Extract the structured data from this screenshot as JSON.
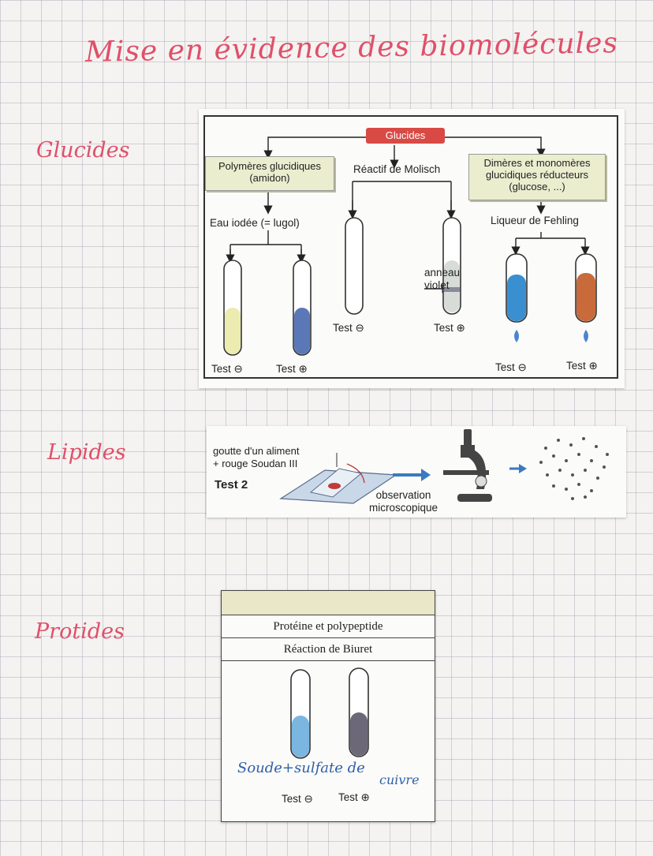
{
  "title": "Mise en évidence des biomolécules",
  "sections": {
    "glucides": "Glucides",
    "lipides": "Lipides",
    "protides": "Protides"
  },
  "glucides_card": {
    "root": "Glucides",
    "left_box": [
      "Polymères glucidiques",
      "(amidon)"
    ],
    "middle_label": "Réactif de Molisch",
    "right_box": [
      "Dimères et monomères",
      "glucidiques réducteurs",
      "(glucose, ...)"
    ],
    "left_reagent": "Eau iodée (= lugol)",
    "right_reagent": "Liqueur de Fehling",
    "ring_label": [
      "anneau",
      "violet"
    ],
    "test_neg": "Test ⊖",
    "test_pos": "Test ⊕"
  },
  "lipides_card": {
    "label": [
      "goutte d'un aliment",
      "+ rouge Soudan III"
    ],
    "test": "Test 2",
    "observation": [
      "observation",
      "microscopique"
    ]
  },
  "protides_card": {
    "row1": "Protéine et polypeptide",
    "row2": "Réaction de Biuret",
    "handwritten": [
      "Soude+sulfate de",
      "cuivre"
    ],
    "test_neg": "Test ⊖",
    "test_pos": "Test ⊕"
  },
  "colors": {
    "ink_red": "#e0506a",
    "ink_blue": "#2f5fa8",
    "iodine_neg": "#ecebb0",
    "iodine_pos": "#5a78b8",
    "fehling_blue": "#3a8fd0",
    "fehling_pos": "#c86a3a",
    "biuret_neg": "#7ab6e0",
    "biuret_pos": "#6c6878"
  }
}
